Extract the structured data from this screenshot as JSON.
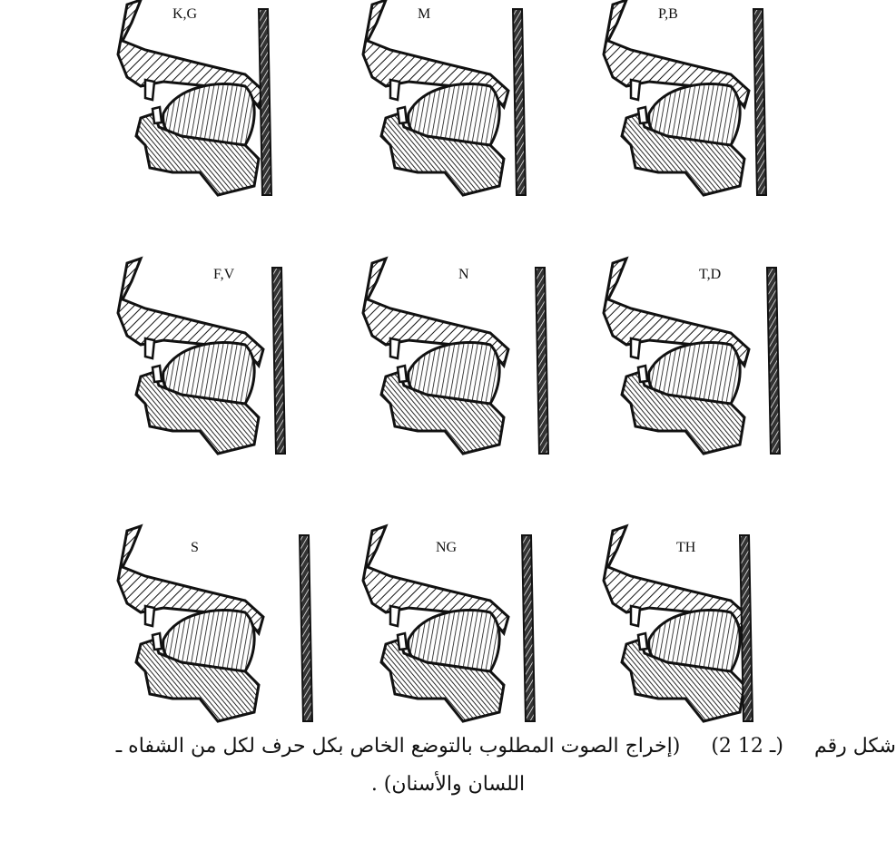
{
  "diagram": {
    "panels": [
      {
        "label": "K,G"
      },
      {
        "label": "M"
      },
      {
        "label": "P,B"
      },
      {
        "label": "F,V"
      },
      {
        "label": "N"
      },
      {
        "label": "T,D"
      },
      {
        "label": "S"
      },
      {
        "label": "NG"
      },
      {
        "label": "TH"
      }
    ]
  },
  "caption": {
    "prefix": "شكل رقم",
    "number": "(2 ـ 12)",
    "text": "(إخراج الصوت المطلوب بالتوضع الخاص بكل حرف لكل من الشفاه ـ",
    "line2": "اللسان والأسنان) ."
  }
}
